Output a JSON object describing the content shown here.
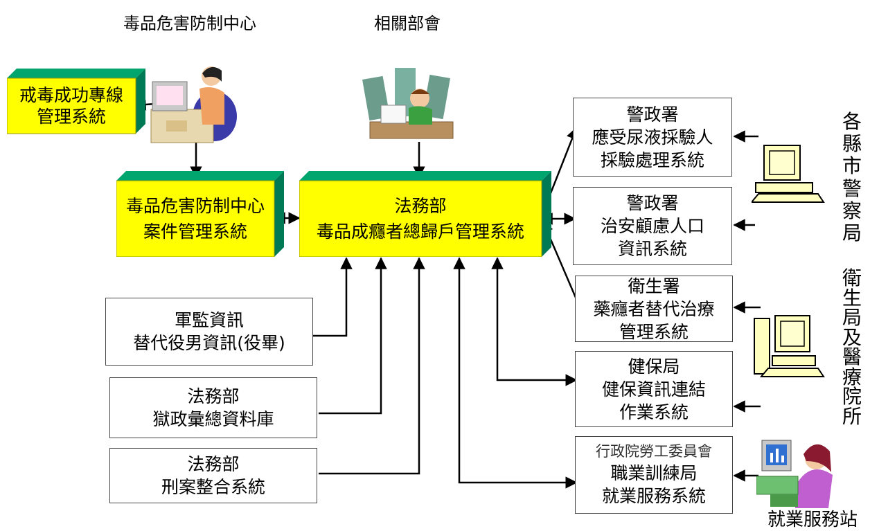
{
  "headers": {
    "center": "毒品危害防制中心",
    "related": "相關部會"
  },
  "boxes": {
    "hotline": [
      "戒毒成功專線",
      "管理系統"
    ],
    "case_mgmt": [
      "毒品危害防制中心",
      "案件管理系統"
    ],
    "moj_main": [
      "法務部",
      "毒品成癮者總歸戶管理系統"
    ],
    "military": [
      "軍監資訊",
      "替代役男資訊(役畢)"
    ],
    "prison": [
      "法務部",
      "獄政彙總資料庫"
    ],
    "criminal": [
      "法務部",
      "刑案整合系統"
    ],
    "police_urine": [
      "警政署",
      "應受尿液採驗人",
      "採驗處理系統"
    ],
    "police_security": [
      "警政署",
      "治安顧慮人口",
      "資訊系統"
    ],
    "health_addict": [
      "衛生署",
      "藥癮者替代治療",
      "管理系統"
    ],
    "nhi": [
      "健保局",
      "健保資訊連結",
      "作業系統"
    ],
    "labor": [
      "行政院勞工委員會",
      "職業訓練局",
      "就業服務系統"
    ]
  },
  "side_labels": {
    "police_bureau": "各縣市警察局",
    "health_bureau": "衛生局及醫療院所",
    "employment_station": "就業服務站"
  },
  "colors": {
    "highlight_fill": "#ffff00",
    "side_dark": "#007a55",
    "side_light": "#00a66e",
    "line": "#000000"
  }
}
